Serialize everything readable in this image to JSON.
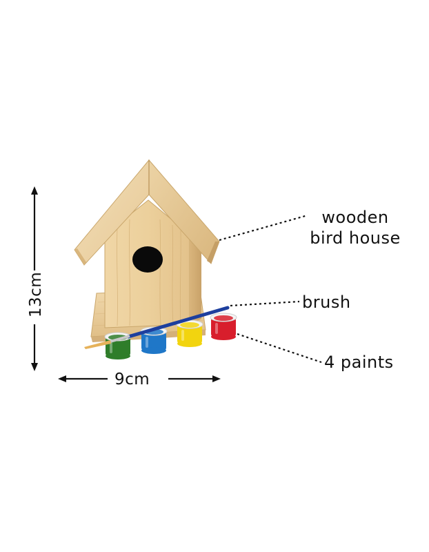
{
  "labels": {
    "wooden_line1": "wooden",
    "wooden_line2": "bird house",
    "brush": "brush",
    "paints": "4 paints",
    "width": "9cm",
    "height": "13cm"
  },
  "paints": [
    {
      "name": "green",
      "color": "#2f7d2a"
    },
    {
      "name": "blue",
      "color": "#1f77c8"
    },
    {
      "name": "yellow",
      "color": "#f2d40f"
    },
    {
      "name": "red",
      "color": "#d81e2c"
    }
  ],
  "colors": {
    "wood_light": "#f1d9ad",
    "wood_mid": "#e2c18b",
    "wood_dark": "#c9a66b",
    "brush_handle": "#1d3f9e",
    "brush_ferrule": "#c8c8c8",
    "brush_tip": "#e6b25a",
    "text": "#111111"
  }
}
